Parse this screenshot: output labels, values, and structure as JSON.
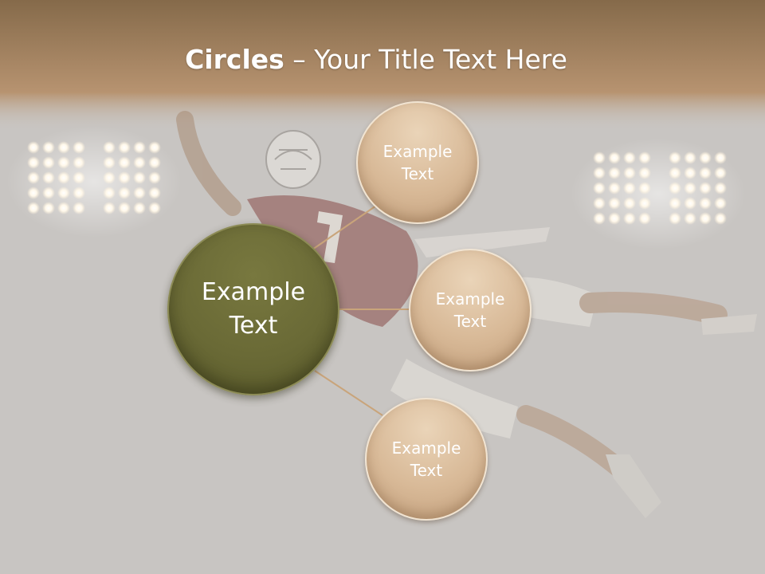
{
  "slide": {
    "title_bold": "Circles",
    "title_rest": " – Your Title Text Here"
  },
  "diagram": {
    "center": {
      "label": "Example\nText"
    },
    "satellites": [
      {
        "label": "Example\nText"
      },
      {
        "label": "Example\nText"
      },
      {
        "label": "Example\nText"
      }
    ]
  },
  "colors": {
    "header_band": "#9a7a55",
    "center_fill": "#6a6a36",
    "satellite_fill": "#d8b997",
    "connector": "#c9a47a"
  }
}
